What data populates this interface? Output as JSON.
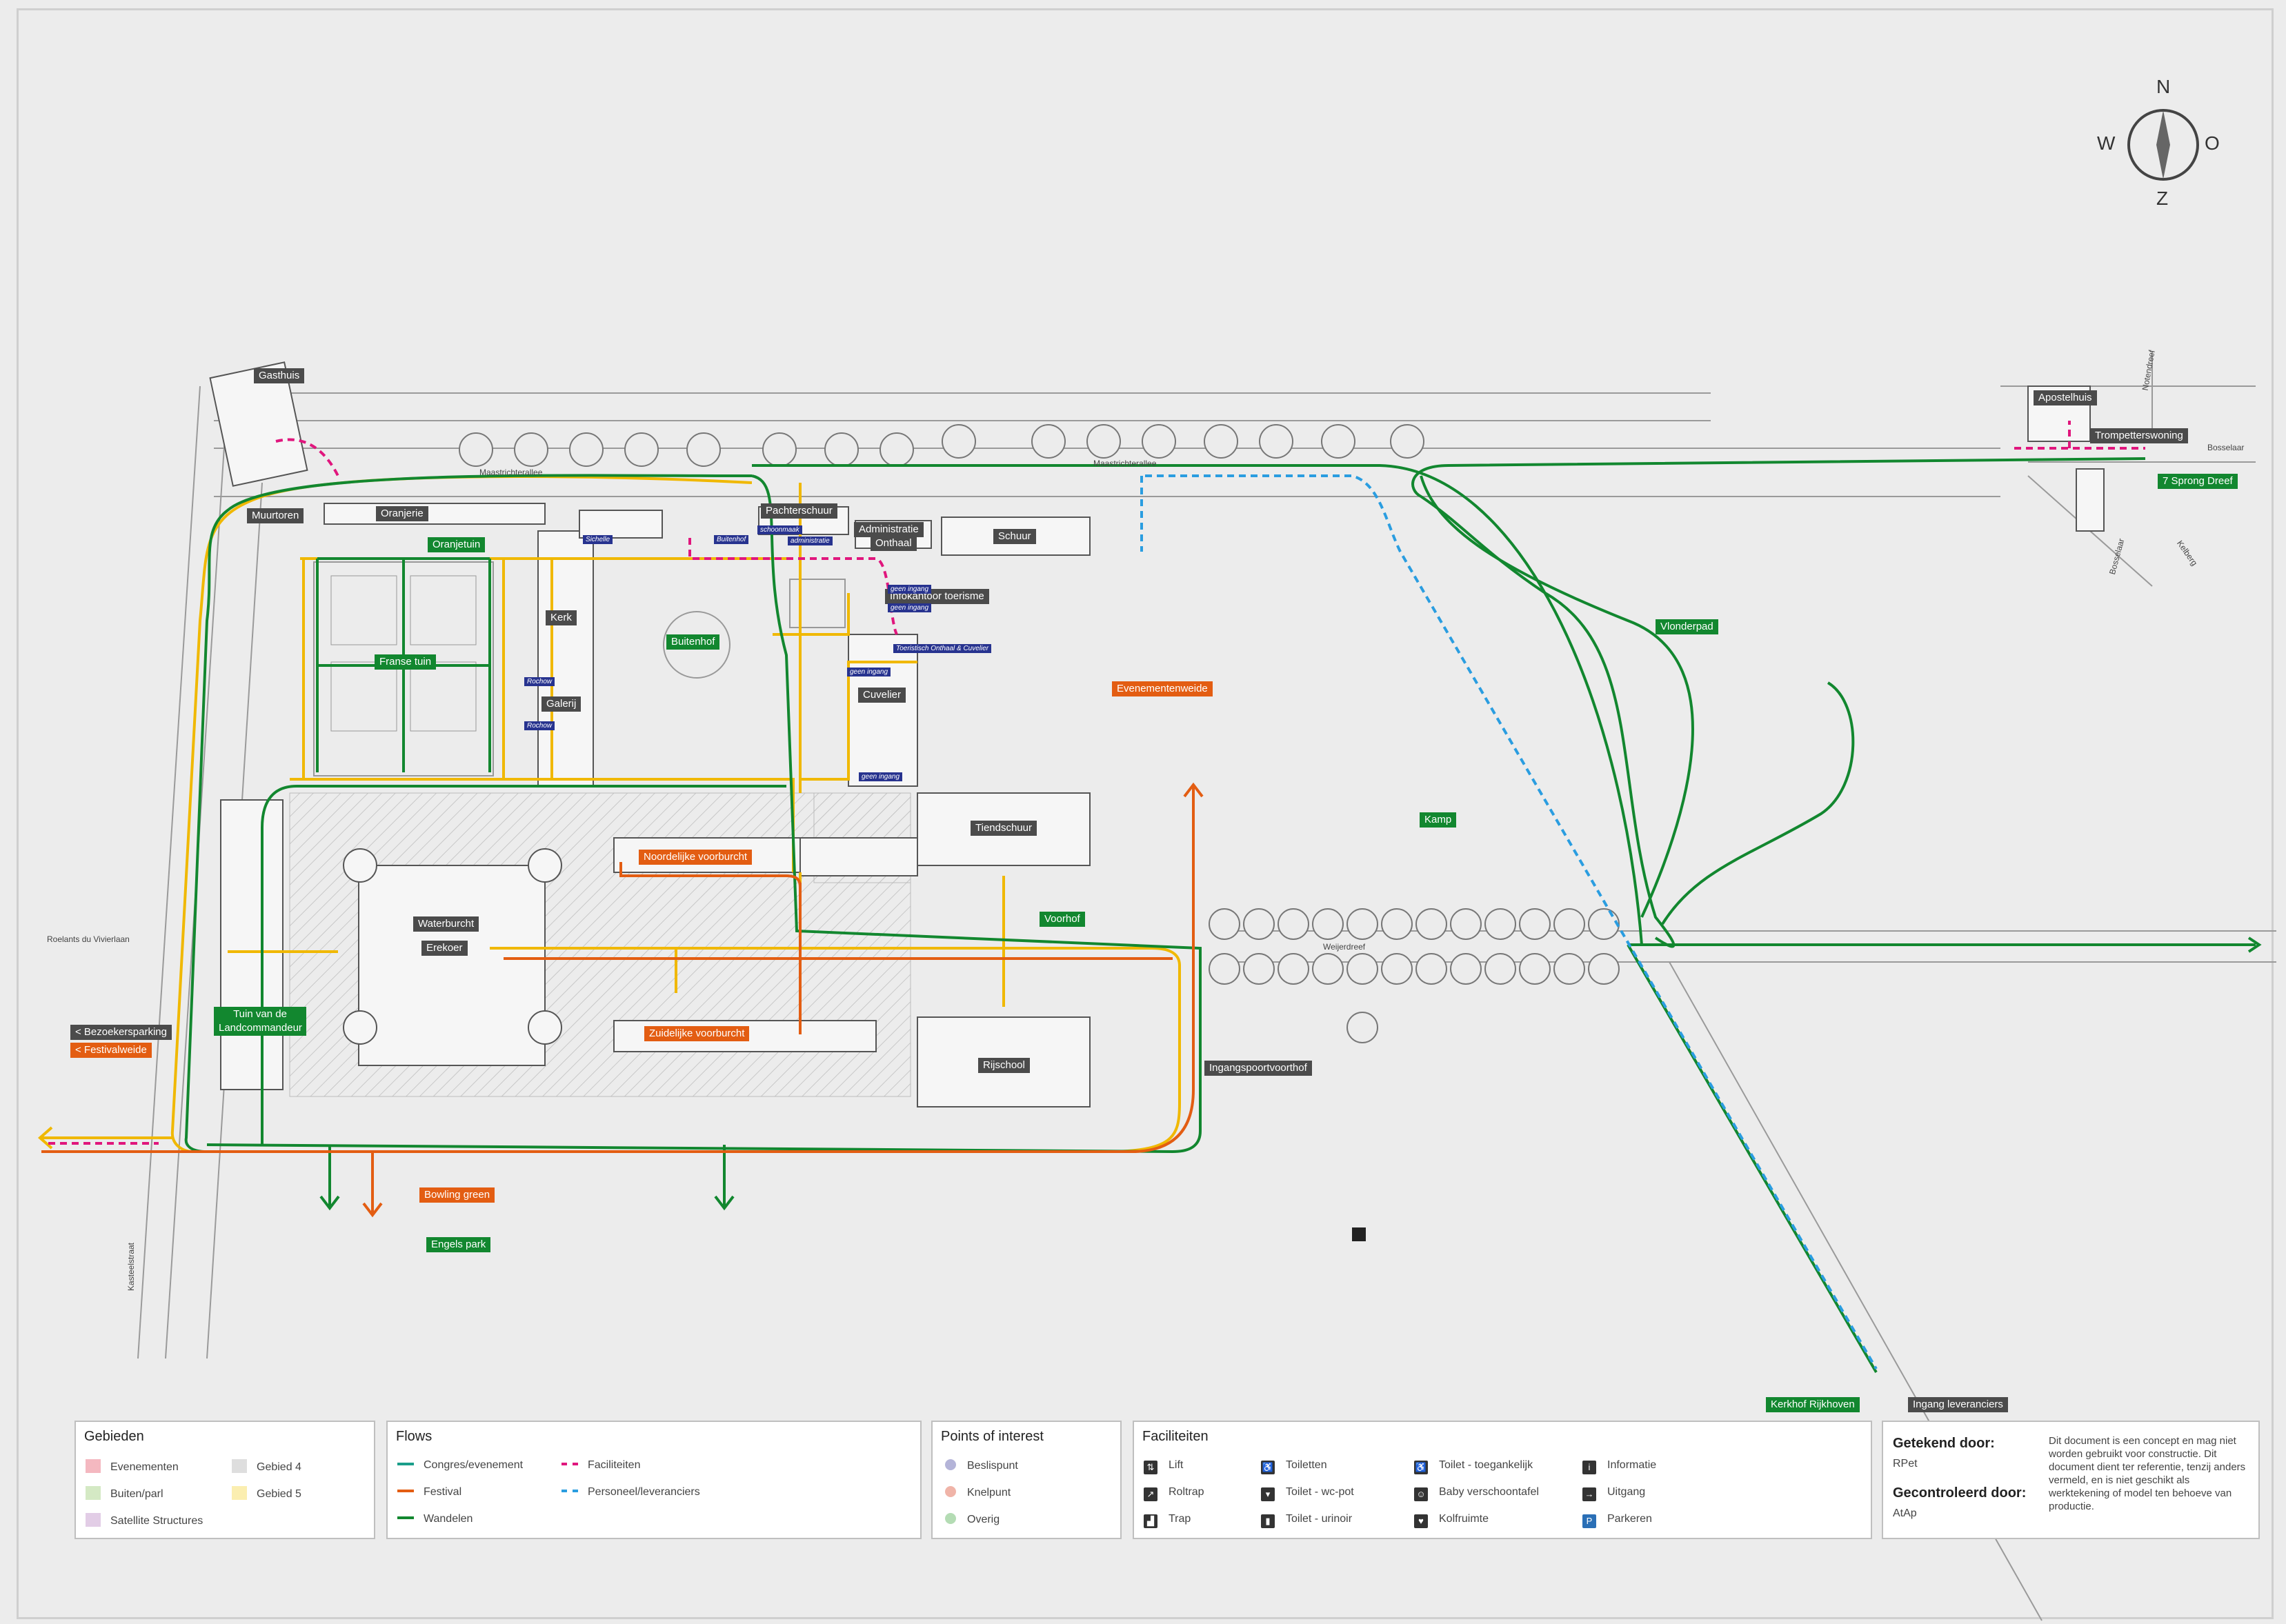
{
  "compass": {
    "n": "N",
    "w": "W",
    "o": "O",
    "z": "Z"
  },
  "labels": {
    "gasthuis": "Gasthuis",
    "apostelhuis": "Apostelhuis",
    "trompetterswoning": "Trompetterswoning",
    "sprong_dreef": "7 Sprong Dreef",
    "muurtoren": "Muurtoren",
    "oranjerie": "Oranjerie",
    "oranjetuin": "Oranjetuin",
    "pachterschuur": "Pachterschuur",
    "administratie": "Administratie",
    "onthaal": "Onthaal",
    "schuur": "Schuur",
    "infokantoor": "Infokantoor toerisme",
    "kerk": "Kerk",
    "buitenhof": "Buitenhof",
    "franse_tuin": "Franse tuin",
    "galerij": "Galerij",
    "cuvelier": "Cuvelier",
    "evenementenweide": "Evenementenweide",
    "vlonderpad": "Vlonderpad",
    "kamp": "Kamp",
    "tiendschuur": "Tiendschuur",
    "noordelijke": "Noordelijke voorburcht",
    "waterburcht": "Waterburcht",
    "erekoer": "Erekoer",
    "voorhof": "Voorhof",
    "zuidelijke": "Zuidelijke voorburcht",
    "rijschool": "Rijschool",
    "ingangspoort": "Ingangspoortvoorthof",
    "tuin_landcommandeur": "Tuin van de Landcommandeur",
    "bezoekersparking": "< Bezoekersparking",
    "festivalweide": "< Festivalweide",
    "bowling": "Bowling green",
    "engels_park": "Engels park",
    "kerkhof": "Kerkhof Rijkhoven",
    "ingang_leveranciers": "Ingang leveranciers"
  },
  "small_labels": {
    "sichelle": "Sichelle",
    "buitenhof_sm": "Buitenhof",
    "schoonmaak": "schoonmaak",
    "administratie_sm": "administratie",
    "geen_ingang1": "geen ingang",
    "geen_ingang2": "geen ingang",
    "toeristisch": "Toeristisch Onthaal & Cuvelier",
    "geen_ingang3": "geen ingang",
    "rochow1": "Rochow",
    "rochow2": "Rochow",
    "geen_ingang4": "geen ingang"
  },
  "streets": {
    "maastrichterallee1": "Maastrichterallee",
    "maastrichterallee2": "Maastrichterallee",
    "bosselaar1": "Bosselaar",
    "bosselaar2": "Bosselaar",
    "notendreef": "Notendreef",
    "kelberg": "Kelberg",
    "roelants": "Roelants du Vivierlaan",
    "kasteelstraat": "Kasteelstraat",
    "weijerdreef": "Weijerdreef"
  },
  "legend": {
    "gebieden": {
      "title": "Gebieden",
      "items": [
        {
          "label": "Evenementen",
          "color": "#f4b8c0"
        },
        {
          "label": "Gebied 4",
          "color": "#dedede"
        },
        {
          "label": "Buiten/parl",
          "color": "#d4e9c4"
        },
        {
          "label": "Gebied 5",
          "color": "#fbeeb0"
        },
        {
          "label": "Satellite Structures",
          "color": "#e2cde6"
        }
      ]
    },
    "flows": {
      "title": "Flows",
      "items": [
        {
          "label": "Congres/evenement",
          "color": "#1a9e8a",
          "style": "solid"
        },
        {
          "label": "Faciliteiten",
          "color": "#e0167d",
          "style": "dashed"
        },
        {
          "label": "Festival",
          "color": "#e35d12",
          "style": "solid"
        },
        {
          "label": "Personeel/leveranciers",
          "color": "#2a9de0",
          "style": "dashed"
        },
        {
          "label": "Wandelen",
          "color": "#12872f",
          "style": "solid"
        }
      ]
    },
    "poi": {
      "title": "Points of interest",
      "items": [
        {
          "label": "Beslispunt",
          "color": "#b4b4d8"
        },
        {
          "label": "Knelpunt",
          "color": "#f0b4a8"
        },
        {
          "label": "Overig",
          "color": "#b4dcb4"
        }
      ]
    },
    "faciliteiten": {
      "title": "Faciliteiten",
      "items": [
        {
          "label": "Lift",
          "icon": "lift-icon",
          "glyph": "⇅"
        },
        {
          "label": "Toiletten",
          "icon": "toilet-icon",
          "glyph": "♿"
        },
        {
          "label": "Toilet - toegankelijk",
          "icon": "accessible-toilet-icon",
          "glyph": "♿"
        },
        {
          "label": "Informatie",
          "icon": "info-icon",
          "glyph": "i"
        },
        {
          "label": "Roltrap",
          "icon": "escalator-icon",
          "glyph": "↗"
        },
        {
          "label": "Toilet - wc-pot",
          "icon": "wc-icon",
          "glyph": "▾"
        },
        {
          "label": "Baby verschoontafel",
          "icon": "baby-icon",
          "glyph": "☺"
        },
        {
          "label": "Uitgang",
          "icon": "exit-icon",
          "glyph": "→"
        },
        {
          "label": "Trap",
          "icon": "stairs-icon",
          "glyph": "▟"
        },
        {
          "label": "Toilet - urinoir",
          "icon": "urinal-icon",
          "glyph": "▮"
        },
        {
          "label": "Kolfruimte",
          "icon": "nursing-icon",
          "glyph": "♥"
        },
        {
          "label": "Parkeren",
          "icon": "parking-icon",
          "glyph": "P"
        }
      ]
    },
    "signoff": {
      "getekend_label": "Getekend door:",
      "getekend_value": "RPet",
      "gecontroleerd_label": "Gecontroleerd door:",
      "gecontroleerd_value": "AtAp",
      "disclaimer": "Dit document is een concept en mag niet worden gebruikt voor constructie. Dit document dient ter referentie, tenzij anders vermeld, en is niet geschikt als werktekening of model ten behoeve van productie."
    }
  }
}
